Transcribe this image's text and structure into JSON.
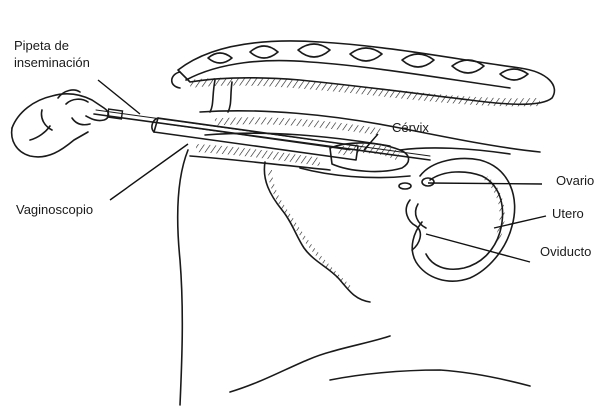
{
  "diagram": {
    "labels": {
      "pipette_line1": "Pipeta de",
      "pipette_line2": "inseminación",
      "speculum": "Vaginoscopio",
      "cervix": "Cérvix",
      "ovary": "Ovario",
      "uterus": "Utero",
      "oviduct": "Oviducto"
    }
  }
}
